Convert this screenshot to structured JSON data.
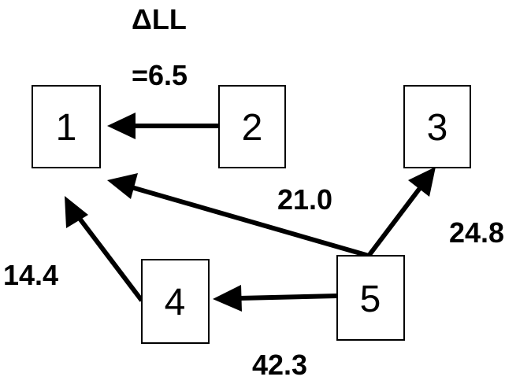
{
  "title": {
    "line1": "ΔLL",
    "line2": "=6.5"
  },
  "nodes": [
    {
      "id": "1",
      "label": "1"
    },
    {
      "id": "2",
      "label": "2"
    },
    {
      "id": "3",
      "label": "3"
    },
    {
      "id": "4",
      "label": "4"
    },
    {
      "id": "5",
      "label": "5"
    }
  ],
  "edges": [
    {
      "from": "2",
      "to": "1",
      "label": ""
    },
    {
      "from": "5",
      "to": "1",
      "label": "21.0"
    },
    {
      "from": "5",
      "to": "3",
      "label": "24.8"
    },
    {
      "from": "4",
      "to": "1",
      "label": "14.4"
    },
    {
      "from": "5",
      "to": "4",
      "label": "42.3"
    }
  ],
  "colors": {
    "stroke": "#000000",
    "background": "#ffffff"
  }
}
